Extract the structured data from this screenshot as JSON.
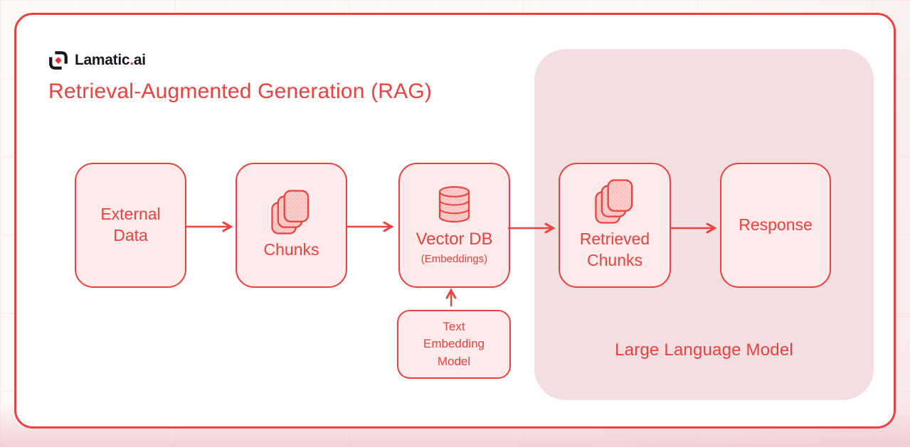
{
  "brand": {
    "logo_text": "Lamatic",
    "logo_dot": ".",
    "logo_suffix": "ai"
  },
  "title": "Retrieval-Augmented Generation (RAG)",
  "colors": {
    "accent_red": "#ee403d",
    "node_fill": "#fdeaea",
    "llm_container_fill": "#f3dee2",
    "icon_fill": "#fbcbc9",
    "logo_black": "#17181c",
    "logo_diamond_red": "#e8342e"
  },
  "diagram": {
    "nodes": {
      "external_data": {
        "label": "External Data"
      },
      "chunks": {
        "label": "Chunks",
        "icon": "stacked-cards-icon"
      },
      "vector_db": {
        "label": "Vector DB",
        "sublabel": "(Embeddings)",
        "icon": "database-icon"
      },
      "text_embedding_model": {
        "label": "Text Embedding Model"
      },
      "retrieved_chunks": {
        "label": "Retrieved Chunks",
        "icon": "stacked-cards-icon"
      },
      "response": {
        "label": "Response"
      }
    },
    "container": {
      "label": "Large Language Model"
    },
    "edges": [
      {
        "from": "external_data",
        "to": "chunks"
      },
      {
        "from": "chunks",
        "to": "vector_db"
      },
      {
        "from": "vector_db",
        "to": "retrieved_chunks"
      },
      {
        "from": "retrieved_chunks",
        "to": "response"
      },
      {
        "from": "text_embedding_model",
        "to": "vector_db"
      }
    ]
  }
}
